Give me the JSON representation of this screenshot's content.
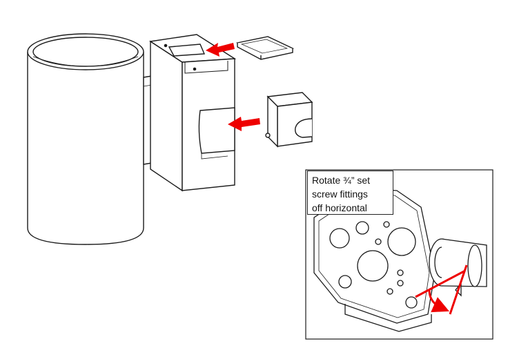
{
  "callout": {
    "lines": [
      "Rotate ¾” set",
      "screw fittings",
      "off horizontal"
    ]
  },
  "colors": {
    "line": "#1a1a1a",
    "arrow": "#ee0000",
    "background": "#ffffff"
  },
  "icons": [
    "fixture-cylinder",
    "mounting-bracket",
    "top-cover-plate",
    "side-cover-plate",
    "junction-box",
    "conduit-fitting",
    "red-arrow"
  ]
}
